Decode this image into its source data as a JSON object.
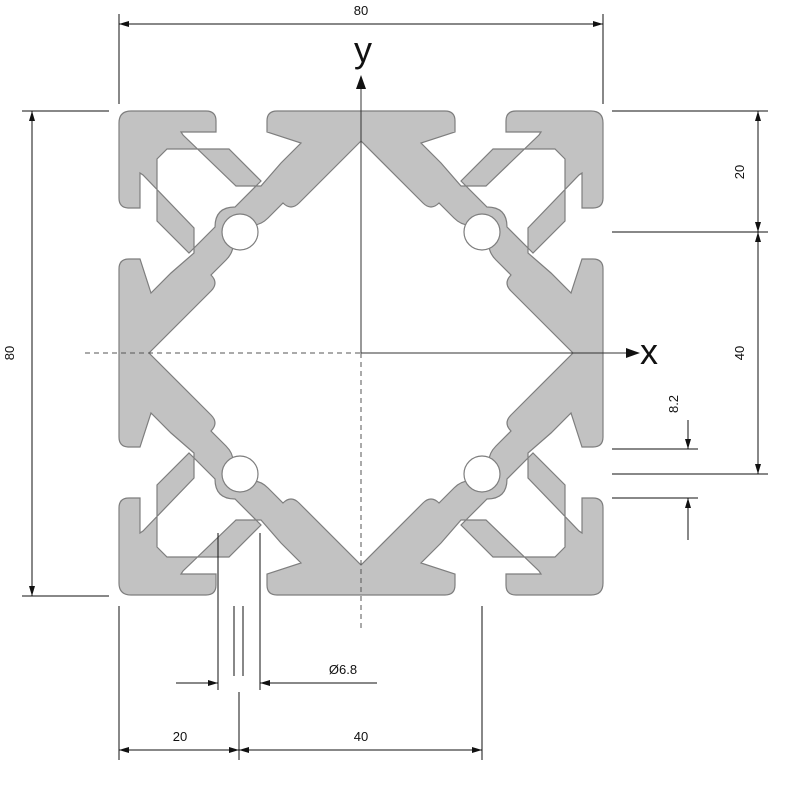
{
  "axes": {
    "x_label": "x",
    "y_label": "y"
  },
  "dimensions": {
    "top_width": "80",
    "left_height": "80",
    "right_top_segment": "20",
    "right_middle_segment": "40",
    "slot_width": "8.2",
    "hole_diameter": "Ø6.8",
    "bottom_left_segment": "20",
    "bottom_right_segment": "40"
  },
  "colors": {
    "profile_fill": "#c2c2c2",
    "profile_stroke": "#7e7e7e",
    "line": "#111111"
  }
}
